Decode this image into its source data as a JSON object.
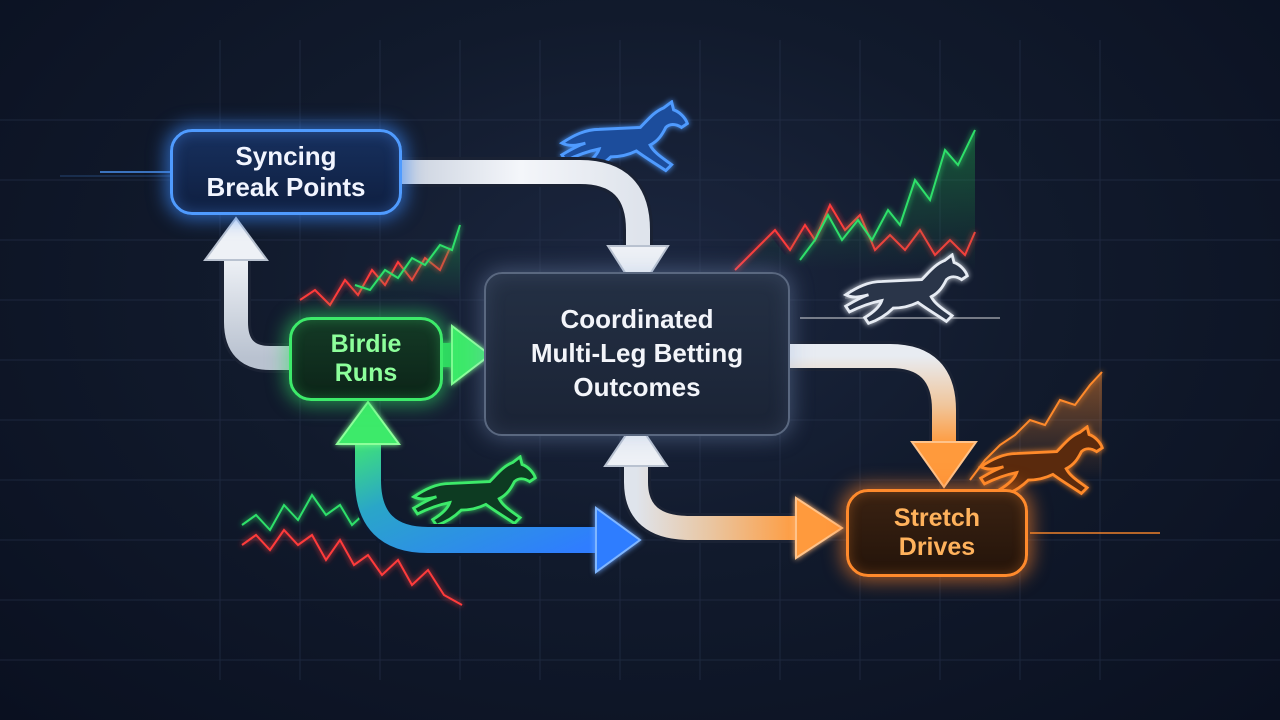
{
  "nodes": {
    "sync": {
      "lines": [
        "Syncing",
        "Break Points"
      ]
    },
    "birdie": {
      "lines": [
        "Birdie",
        "Runs"
      ]
    },
    "center": {
      "lines": [
        "Coordinated",
        "Multi-Leg Betting",
        "Outcomes"
      ]
    },
    "stretch": {
      "lines": [
        "Stretch",
        "Drives"
      ]
    }
  },
  "colors": {
    "sync": "#4f9bff",
    "birdie": "#3dea6a",
    "center": "#5a6880",
    "stretch": "#ff8a2c",
    "chart_up": "#2ee06a",
    "chart_down": "#ff3b3b",
    "arrow_white": "#e8ecf4"
  },
  "icons": [
    "horse-icon-blue",
    "horse-icon-white",
    "horse-icon-green",
    "horse-icon-orange"
  ]
}
